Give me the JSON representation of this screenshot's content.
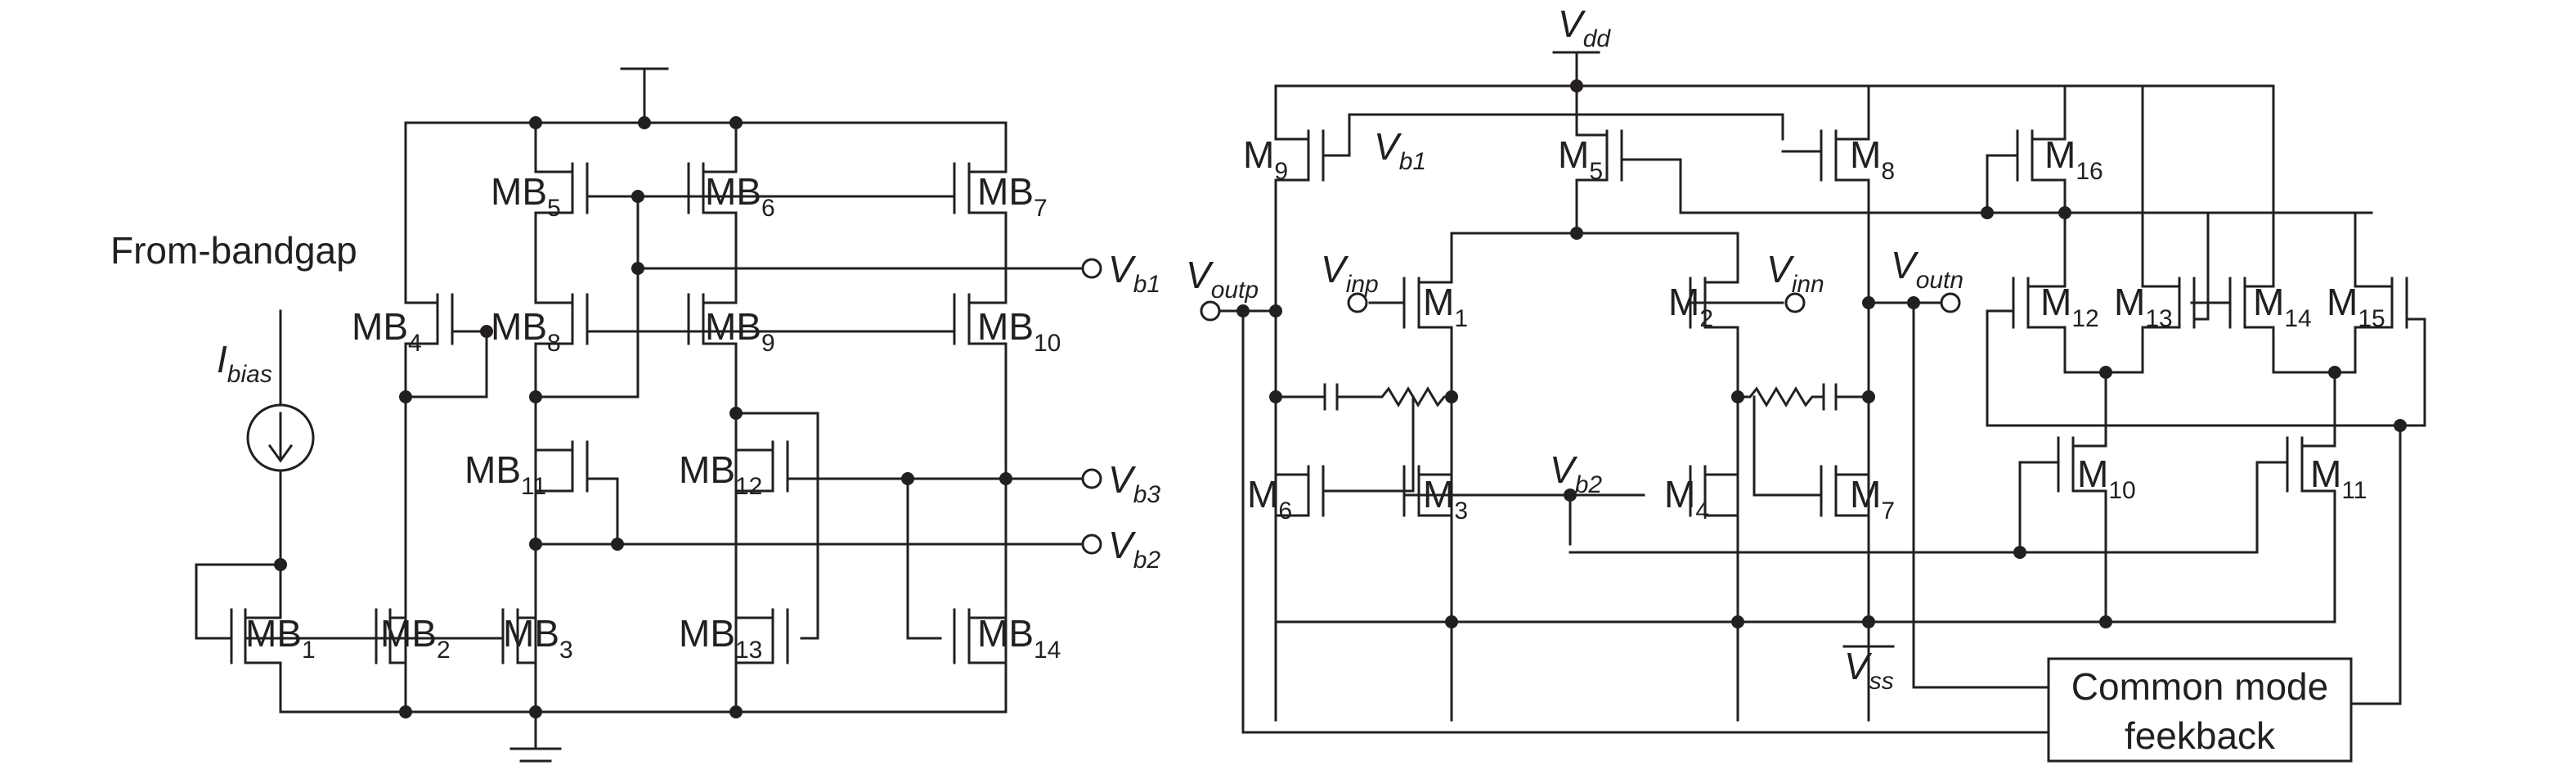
{
  "left_circuit": {
    "title": "From-bandgap",
    "current_source": {
      "symbol": "I",
      "sub": "bias"
    },
    "outputs": [
      {
        "symbol": "V",
        "sub": "b1"
      },
      {
        "symbol": "V",
        "sub": "b3"
      },
      {
        "symbol": "V",
        "sub": "b2"
      }
    ],
    "transistors": [
      {
        "id": "MB5",
        "base": "MB",
        "sub": "5"
      },
      {
        "id": "MB6",
        "base": "MB",
        "sub": "6"
      },
      {
        "id": "MB7",
        "base": "MB",
        "sub": "7"
      },
      {
        "id": "MB4",
        "base": "MB",
        "sub": "4"
      },
      {
        "id": "MB8",
        "base": "MB",
        "sub": "8"
      },
      {
        "id": "MB9",
        "base": "MB",
        "sub": "9"
      },
      {
        "id": "MB10",
        "base": "MB",
        "sub": "10"
      },
      {
        "id": "MB11",
        "base": "MB",
        "sub": "11"
      },
      {
        "id": "MB12",
        "base": "MB",
        "sub": "12"
      },
      {
        "id": "MB1",
        "base": "MB",
        "sub": "1"
      },
      {
        "id": "MB2",
        "base": "MB",
        "sub": "2"
      },
      {
        "id": "MB3",
        "base": "MB",
        "sub": "3"
      },
      {
        "id": "MB13",
        "base": "MB",
        "sub": "13"
      },
      {
        "id": "MB14",
        "base": "MB",
        "sub": "14"
      }
    ]
  },
  "right_circuit": {
    "supply_top": {
      "symbol": "V",
      "sub": "dd"
    },
    "supply_bottom": {
      "symbol": "V",
      "sub": "ss"
    },
    "inputs": [
      {
        "symbol": "V",
        "sub": "inp"
      },
      {
        "symbol": "V",
        "sub": "inn"
      }
    ],
    "outputs": [
      {
        "symbol": "V",
        "sub": "outp"
      },
      {
        "symbol": "V",
        "sub": "outn"
      }
    ],
    "bias_labels": [
      {
        "symbol": "V",
        "sub": "b1"
      },
      {
        "symbol": "V",
        "sub": "b2"
      }
    ],
    "transistors": [
      {
        "id": "M9",
        "base": "M",
        "sub": "9"
      },
      {
        "id": "M5",
        "base": "M",
        "sub": "5"
      },
      {
        "id": "M8",
        "base": "M",
        "sub": "8"
      },
      {
        "id": "M16",
        "base": "M",
        "sub": "16"
      },
      {
        "id": "M1",
        "base": "M",
        "sub": "1"
      },
      {
        "id": "M2",
        "base": "M",
        "sub": "2"
      },
      {
        "id": "M12",
        "base": "M",
        "sub": "12"
      },
      {
        "id": "M13",
        "base": "M",
        "sub": "13"
      },
      {
        "id": "M14",
        "base": "M",
        "sub": "14"
      },
      {
        "id": "M15",
        "base": "M",
        "sub": "15"
      },
      {
        "id": "M6",
        "base": "M",
        "sub": "6"
      },
      {
        "id": "M3",
        "base": "M",
        "sub": "3"
      },
      {
        "id": "M4",
        "base": "M",
        "sub": "4"
      },
      {
        "id": "M7",
        "base": "M",
        "sub": "7"
      },
      {
        "id": "M10",
        "base": "M",
        "sub": "10"
      },
      {
        "id": "M11",
        "base": "M",
        "sub": "11"
      }
    ],
    "cmfb_block": {
      "line1": "Common mode",
      "line2": "feekback"
    }
  }
}
